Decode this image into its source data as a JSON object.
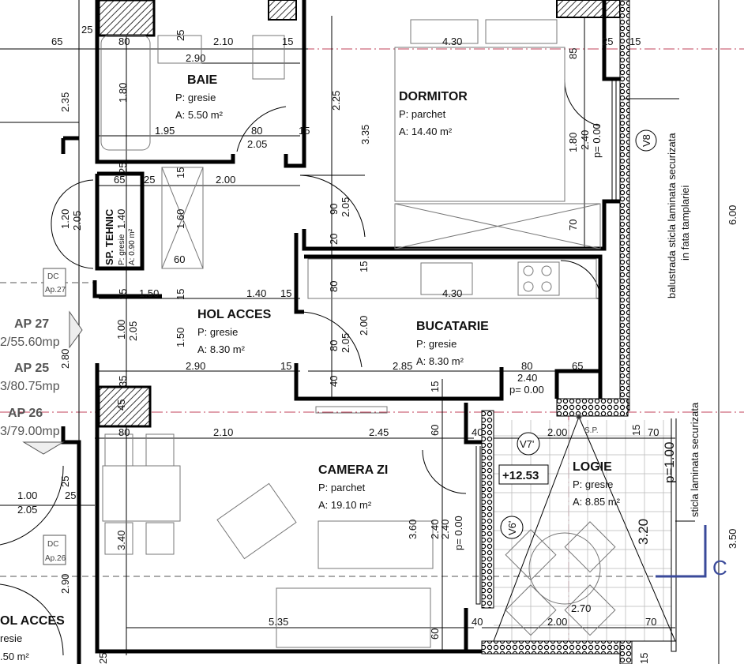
{
  "rooms": {
    "baie": {
      "name": "BAIE",
      "floor": "P: gresie",
      "area": "A: 5.50 m²"
    },
    "dormitor": {
      "name": "DORMITOR",
      "floor": "P: parchet",
      "area": "A: 14.40 m²"
    },
    "sp_tehnic": {
      "name": "SP. TEHNIC",
      "floor": "P: gresie",
      "area": "A: 0.90 m²"
    },
    "hol_acces": {
      "name": "HOL ACCES",
      "floor": "P: gresie",
      "area": "A: 8.30 m²"
    },
    "bucatarie": {
      "name": "BUCATARIE",
      "floor": "P: gresie",
      "area": "A: 8.30 m²"
    },
    "camera_zi": {
      "name": "CAMERA ZI",
      "floor": "P: parchet",
      "area": "A: 19.10 m²"
    },
    "logie": {
      "name": "LOGIE",
      "floor": "P: gresie",
      "area": "A: 8.85 m²"
    },
    "hol_acces_neighbor": {
      "name": "OL ACCES",
      "floor": "resie",
      "area": ".50 m²"
    }
  },
  "apartments": [
    {
      "name": "AP 27",
      "info": "2/55.60mp"
    },
    {
      "name": "AP 25",
      "info": "3/80.75mp"
    },
    {
      "name": "AP 26",
      "info": "3/79.00mp"
    }
  ],
  "meter_boxes": [
    {
      "line1": "DC",
      "line2": "Ap.27"
    },
    {
      "line1": "DC",
      "line2": "Ap.26"
    }
  ],
  "level_mark": "+12.53",
  "window_tags": [
    "V8",
    "V7'",
    "V6'"
  ],
  "notes": {
    "balustrada_1": "balustrada sticla laminata securizata",
    "balustrada_2": "in fata tamplariei",
    "sticla": "sticla laminata securizata",
    "section": "C",
    "sp": "S.P."
  },
  "dimensions": [
    "65",
    "25",
    "80",
    "2.10",
    "15",
    "2.90",
    "4.30",
    "25",
    "15",
    "1.95",
    "80",
    "2.05",
    "15",
    "65",
    "25",
    "2.00",
    "60",
    "1.40",
    "15",
    "1.50",
    "4.30",
    "2.90",
    "15",
    "2.85",
    "80",
    "65",
    "2.40",
    "p= 0.00",
    "80",
    "2.10",
    "2.45",
    "2.00",
    "15",
    "70",
    "1.00",
    "2.05",
    "25",
    "5.35",
    "2.00",
    "70",
    "2.70",
    "40",
    "40",
    "2.35",
    "1.80",
    "2.25",
    "3.35",
    "85",
    "1.80",
    "2.40",
    "p= 0.00",
    "25",
    "15",
    "1.60",
    "2.05",
    "1.20",
    "1.40",
    "90",
    "2.05",
    "20",
    "70",
    "15",
    "80",
    "15",
    "15",
    "1.00",
    "2.05",
    "1.50",
    "2.00",
    "80",
    "2.05",
    "2.80",
    "35",
    "40",
    "15",
    "45",
    "60",
    "25",
    "3.40",
    "3.60",
    "2.40",
    "2.40",
    "p= 0.00",
    "2.90",
    "60",
    "3.20",
    "p=1.00",
    "6.00",
    "3.50",
    "25",
    "15",
    "25"
  ],
  "colors": {
    "walls": "#000000",
    "axis": "#c0405a",
    "section_marker": "#3a4a9a",
    "column_hatch": "#333333"
  }
}
